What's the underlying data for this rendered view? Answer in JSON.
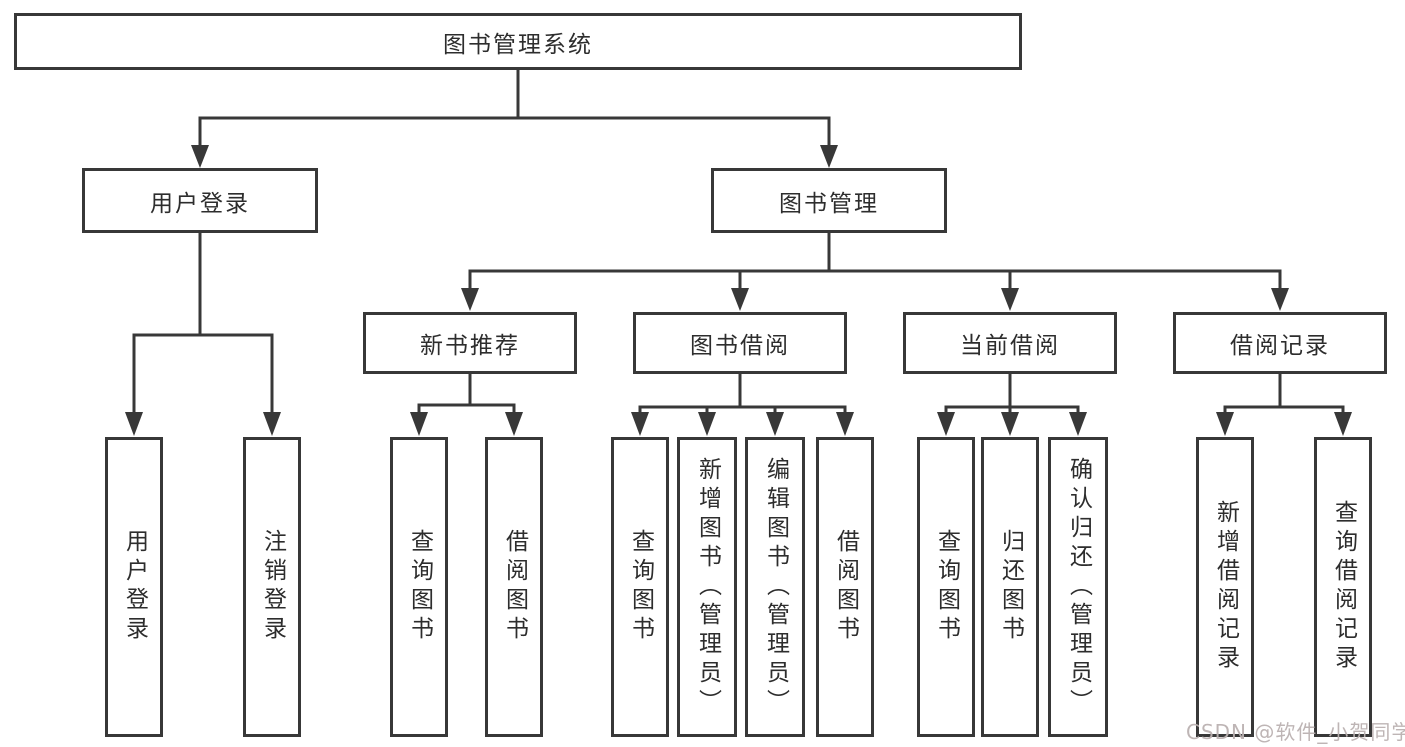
{
  "tree": {
    "label": "图书管理系统",
    "children": [
      {
        "label": "用户登录",
        "children": [
          {
            "label": "用户登录"
          },
          {
            "label": "注销登录"
          }
        ]
      },
      {
        "label": "图书管理",
        "children": [
          {
            "label": "新书推荐",
            "children": [
              {
                "label": "查询图书"
              },
              {
                "label": "借阅图书"
              }
            ]
          },
          {
            "label": "图书借阅",
            "children": [
              {
                "label": "查询图书"
              },
              {
                "label": "新增图书（管理员）"
              },
              {
                "label": "编辑图书（管理员）"
              },
              {
                "label": "借阅图书"
              }
            ]
          },
          {
            "label": "当前借阅",
            "children": [
              {
                "label": "查询图书"
              },
              {
                "label": "归还图书"
              },
              {
                "label": "确认归还（管理员）"
              }
            ]
          },
          {
            "label": "借阅记录",
            "children": [
              {
                "label": "新增借阅记录"
              },
              {
                "label": "查询借阅记录"
              }
            ]
          }
        ]
      }
    ]
  },
  "watermark": {
    "text": "CSDN @软件_小贺同学"
  },
  "colors": {
    "line": "#383838",
    "text": "#2d2d2d",
    "watermark": "rgba(187,177,177,0.95)"
  }
}
